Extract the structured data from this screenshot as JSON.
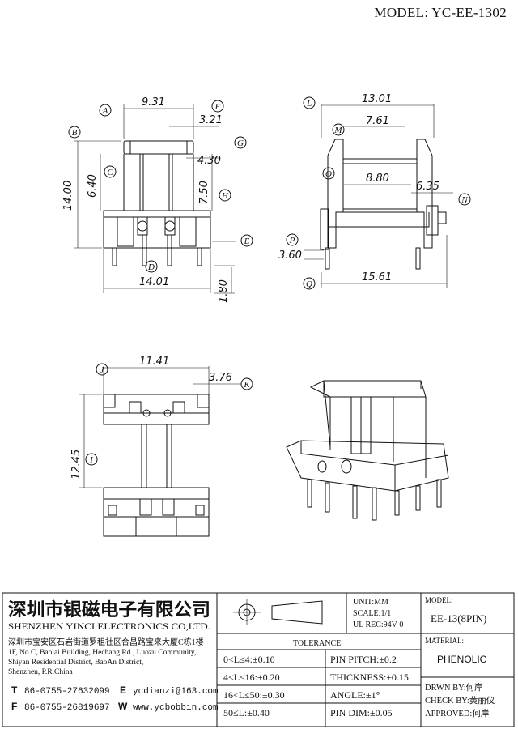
{
  "model_header": "MODEL: YC-EE-1302",
  "front_view": {
    "dims": {
      "d1": "9.31",
      "d2": "3.21",
      "d3": "4.30",
      "d4": "14.00",
      "d5": "6.40",
      "d6": "7.50",
      "d7": "14.01",
      "d8": "1.80"
    },
    "labels": [
      "A",
      "F",
      "B",
      "G",
      "C",
      "H",
      "E",
      "D"
    ]
  },
  "side_view": {
    "dims": {
      "d1": "13.01",
      "d2": "7.61",
      "d3": "8.80",
      "d4": "6.35",
      "d5": "3.60",
      "d6": "15.61"
    },
    "labels": [
      "L",
      "M",
      "O",
      "N",
      "P",
      "Q"
    ]
  },
  "bottom_view": {
    "dims": {
      "d1": "11.41",
      "d2": "3.76",
      "d3": "12.45"
    },
    "labels": [
      "J",
      "K",
      "I"
    ]
  },
  "title_block": {
    "company_cn": "深圳市银磁电子有限公司",
    "company_en": "SHENZHEN YINCI ELECTRONICS CO,LTD.",
    "address_cn": "深圳市宝安区石岩街道罗租社区合昌路宝来大厦C栋1楼",
    "address_en_1": "1F, No.C, Baolai Building, Hechang Rd., Luozu Community,",
    "address_en_2": "Shiyan Residential District, BaoAn District,",
    "address_en_3": "Shenzhen, P.R.China",
    "tel_label": "T",
    "tel": "86-0755-27632099",
    "fax_label": "F",
    "fax": "86-0755-26819697",
    "email_label": "E",
    "email": "ycdianzi@163.com",
    "web_label": "W",
    "web": "www.ycbobbin.com",
    "unit": "UNIT:MM",
    "scale": "SCALE:1/1",
    "ul_rec": "UL REC:94V-0",
    "tolerance_title": "TOLERANCE",
    "tol_1": "0<L≤4:±0.10",
    "tol_2": "4<L≤16:±0.20",
    "tol_3": "16<L≤50:±0.30",
    "tol_4": "50≤L:±0.40",
    "pin_pitch": "PIN PITCH:±0.2",
    "thickness": "THICKNESS:±0.15",
    "angle": "ANGLE:±1°",
    "pin_dim": "PIN DIM:±0.05",
    "model_label": "MODEL:",
    "model_value": "EE-13(8PIN)",
    "material_label": "MATERIAL:",
    "material_value": "PHENOLIC",
    "drawn_by": "DRWN BY:何岸",
    "check_by": "CHECK BY:黄丽仪",
    "approved": "APPROVED:何岸"
  }
}
